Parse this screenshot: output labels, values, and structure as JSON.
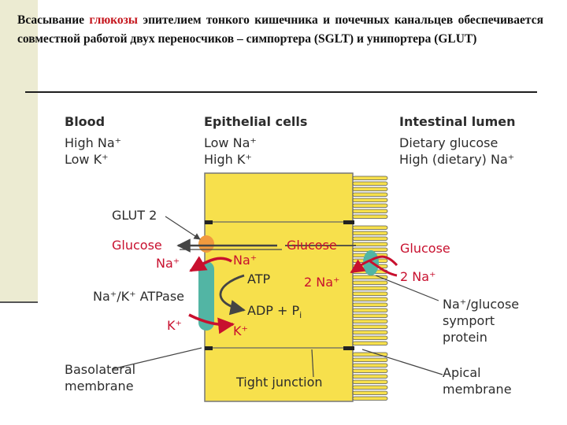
{
  "heading": {
    "part1": "Всасывание ",
    "highlight": "глюкозы",
    "part2": " эпителием тонкого кишечника и почечных канальцев обеспечивается совместной работой двух переносчиков – симпортера (SGLT) и унипортера (GLUT)"
  },
  "diagram": {
    "columns": {
      "blood": {
        "title": "Blood",
        "line1": "High Na⁺",
        "line2": "Low K⁺"
      },
      "epithelial": {
        "title": "Epithelial cells",
        "line1": "Low Na⁺",
        "line2": "High K⁺"
      },
      "lumen": {
        "title": "Intestinal lumen",
        "line1": "Dietary glucose",
        "line2": "High (dietary) Na⁺"
      }
    },
    "labels": {
      "glut2": "GLUT 2",
      "glucose_blood": "Glucose",
      "na_blood": "Na⁺",
      "atpase": "Na⁺/K⁺ ATPase",
      "k_blood": "K⁺",
      "basolateral_1": "Basolateral",
      "basolateral_2": "membrane",
      "glucose_cell": "Glucose",
      "na_cell": "Na⁺",
      "atp": "ATP",
      "adp": "ADP + P",
      "adp_sub": "i",
      "na2_cell": "2 Na⁺",
      "k_cell": "K⁺",
      "tight_junction": "Tight junction",
      "glucose_lumen": "Glucose",
      "na2_lumen": "2 Na⁺",
      "symport_1": "Na⁺/glucose",
      "symport_2": "symport",
      "symport_3": "protein",
      "apical_1": "Apical",
      "apical_2": "membrane"
    },
    "colors": {
      "cell": "#f7e04c",
      "red": "#c8102e",
      "teal": "#52b5a4",
      "orange": "#f19a3e",
      "text": "#2c2c2c"
    }
  }
}
